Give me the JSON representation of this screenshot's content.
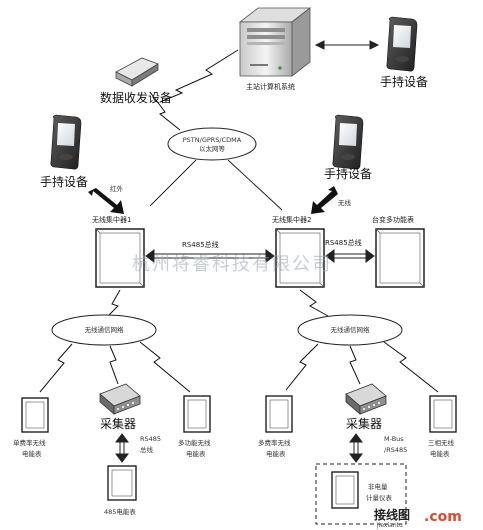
{
  "labels": {
    "main_station": "主站计算机系统",
    "handheld_top": "手持设备",
    "data_transceiver": "数据收发设备",
    "network_line1": "PSTN/GPRS/CDMA",
    "network_line2": "以太网等",
    "handheld_left": "手持设备",
    "infrared": "红外",
    "handheld_right": "手持设备",
    "wireless": "无线",
    "concentrator1": "无线集中器1",
    "concentrator2": "无线集中器2",
    "multifunction_meter": "台变多功能表",
    "rs485_bus_left": "RS485总线",
    "rs485_bus_right": "RS485总线",
    "watermark": "杭州将睿科技有限公司",
    "wireless_net_left": "无线通信网络",
    "wireless_net_right": "无线通信网络",
    "collector_left": "采集器",
    "collector_right": "采集器",
    "meter_single_line1": "单费率无线",
    "meter_single_line2": "电能表",
    "meter_multifunc_line1": "多功能无线",
    "meter_multifunc_line2": "电能表",
    "rs485_left_line1": "RS485",
    "rs485_left_line2": "总线",
    "meter_485": "485电能表",
    "meter_multirate_line1": "多费率无线",
    "meter_multirate_line2": "电能表",
    "mbus_line1": "M-Bus",
    "mbus_line2": "/RS485",
    "meter_3phase_line1": "三相无线",
    "meter_3phase_line2": "电能表",
    "meter_nonelec_line1": "非电量",
    "meter_nonelec_line2": "计量仪表",
    "logo_main": "接线图",
    "logo_sub": "jiexiantu",
    "logo_com": ".com"
  }
}
